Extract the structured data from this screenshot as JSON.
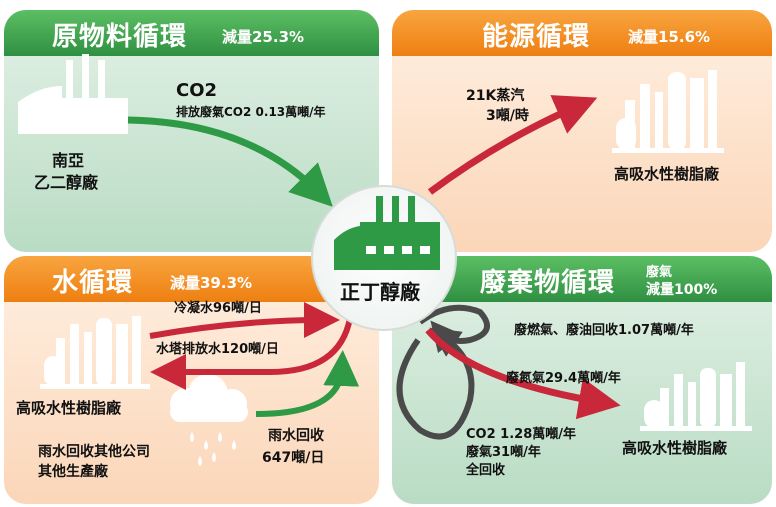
{
  "center": {
    "label": "正丁醇廠"
  },
  "panels": {
    "raw": {
      "title": "原物料循環",
      "reduction": "減量25.3%",
      "co2_title": "CO2",
      "co2_detail": "排放廢氣CO2  0.13萬噸/年",
      "source_line1": "南亞",
      "source_line2": "乙二醇廠"
    },
    "energy": {
      "title": "能源循環",
      "reduction": "減量15.6%",
      "steam_line1": "21K蒸汽",
      "steam_line2": "3噸/時",
      "target": "高吸水性樹脂廠"
    },
    "water": {
      "title": "水循環",
      "reduction": "減量39.3%",
      "condensate": "冷凝水96噸/日",
      "tower": "水塔排放水120噸/日",
      "target": "高吸水性樹脂廠",
      "rain_src_line1": "雨水回收其他公司",
      "rain_src_line2": "其他生產廠",
      "rain_line1": "雨水回收",
      "rain_line2": "647噸/日"
    },
    "waste": {
      "title": "廢棄物循環",
      "reduction_line1": "廢氣",
      "reduction_line2": "減量100%",
      "fuel": "廢燃氣、廢油回收1.07萬噸/年",
      "nitrogen": "廢氮氣29.4萬噸/年",
      "co2_line1": "CO2  1.28萬噸/年",
      "co2_line2": "廢氣31噸/年",
      "co2_line3": "全回收",
      "target": "高吸水性樹脂廠"
    }
  },
  "colors": {
    "green_header": "#3fa34d",
    "orange_header": "#f28c1e",
    "green_panel": "#cfe7d8",
    "orange_panel": "#fde3cd",
    "green_arrow": "#2e9a45",
    "red_arrow": "#c8283a",
    "dark_arrow": "#4a4a4a"
  }
}
